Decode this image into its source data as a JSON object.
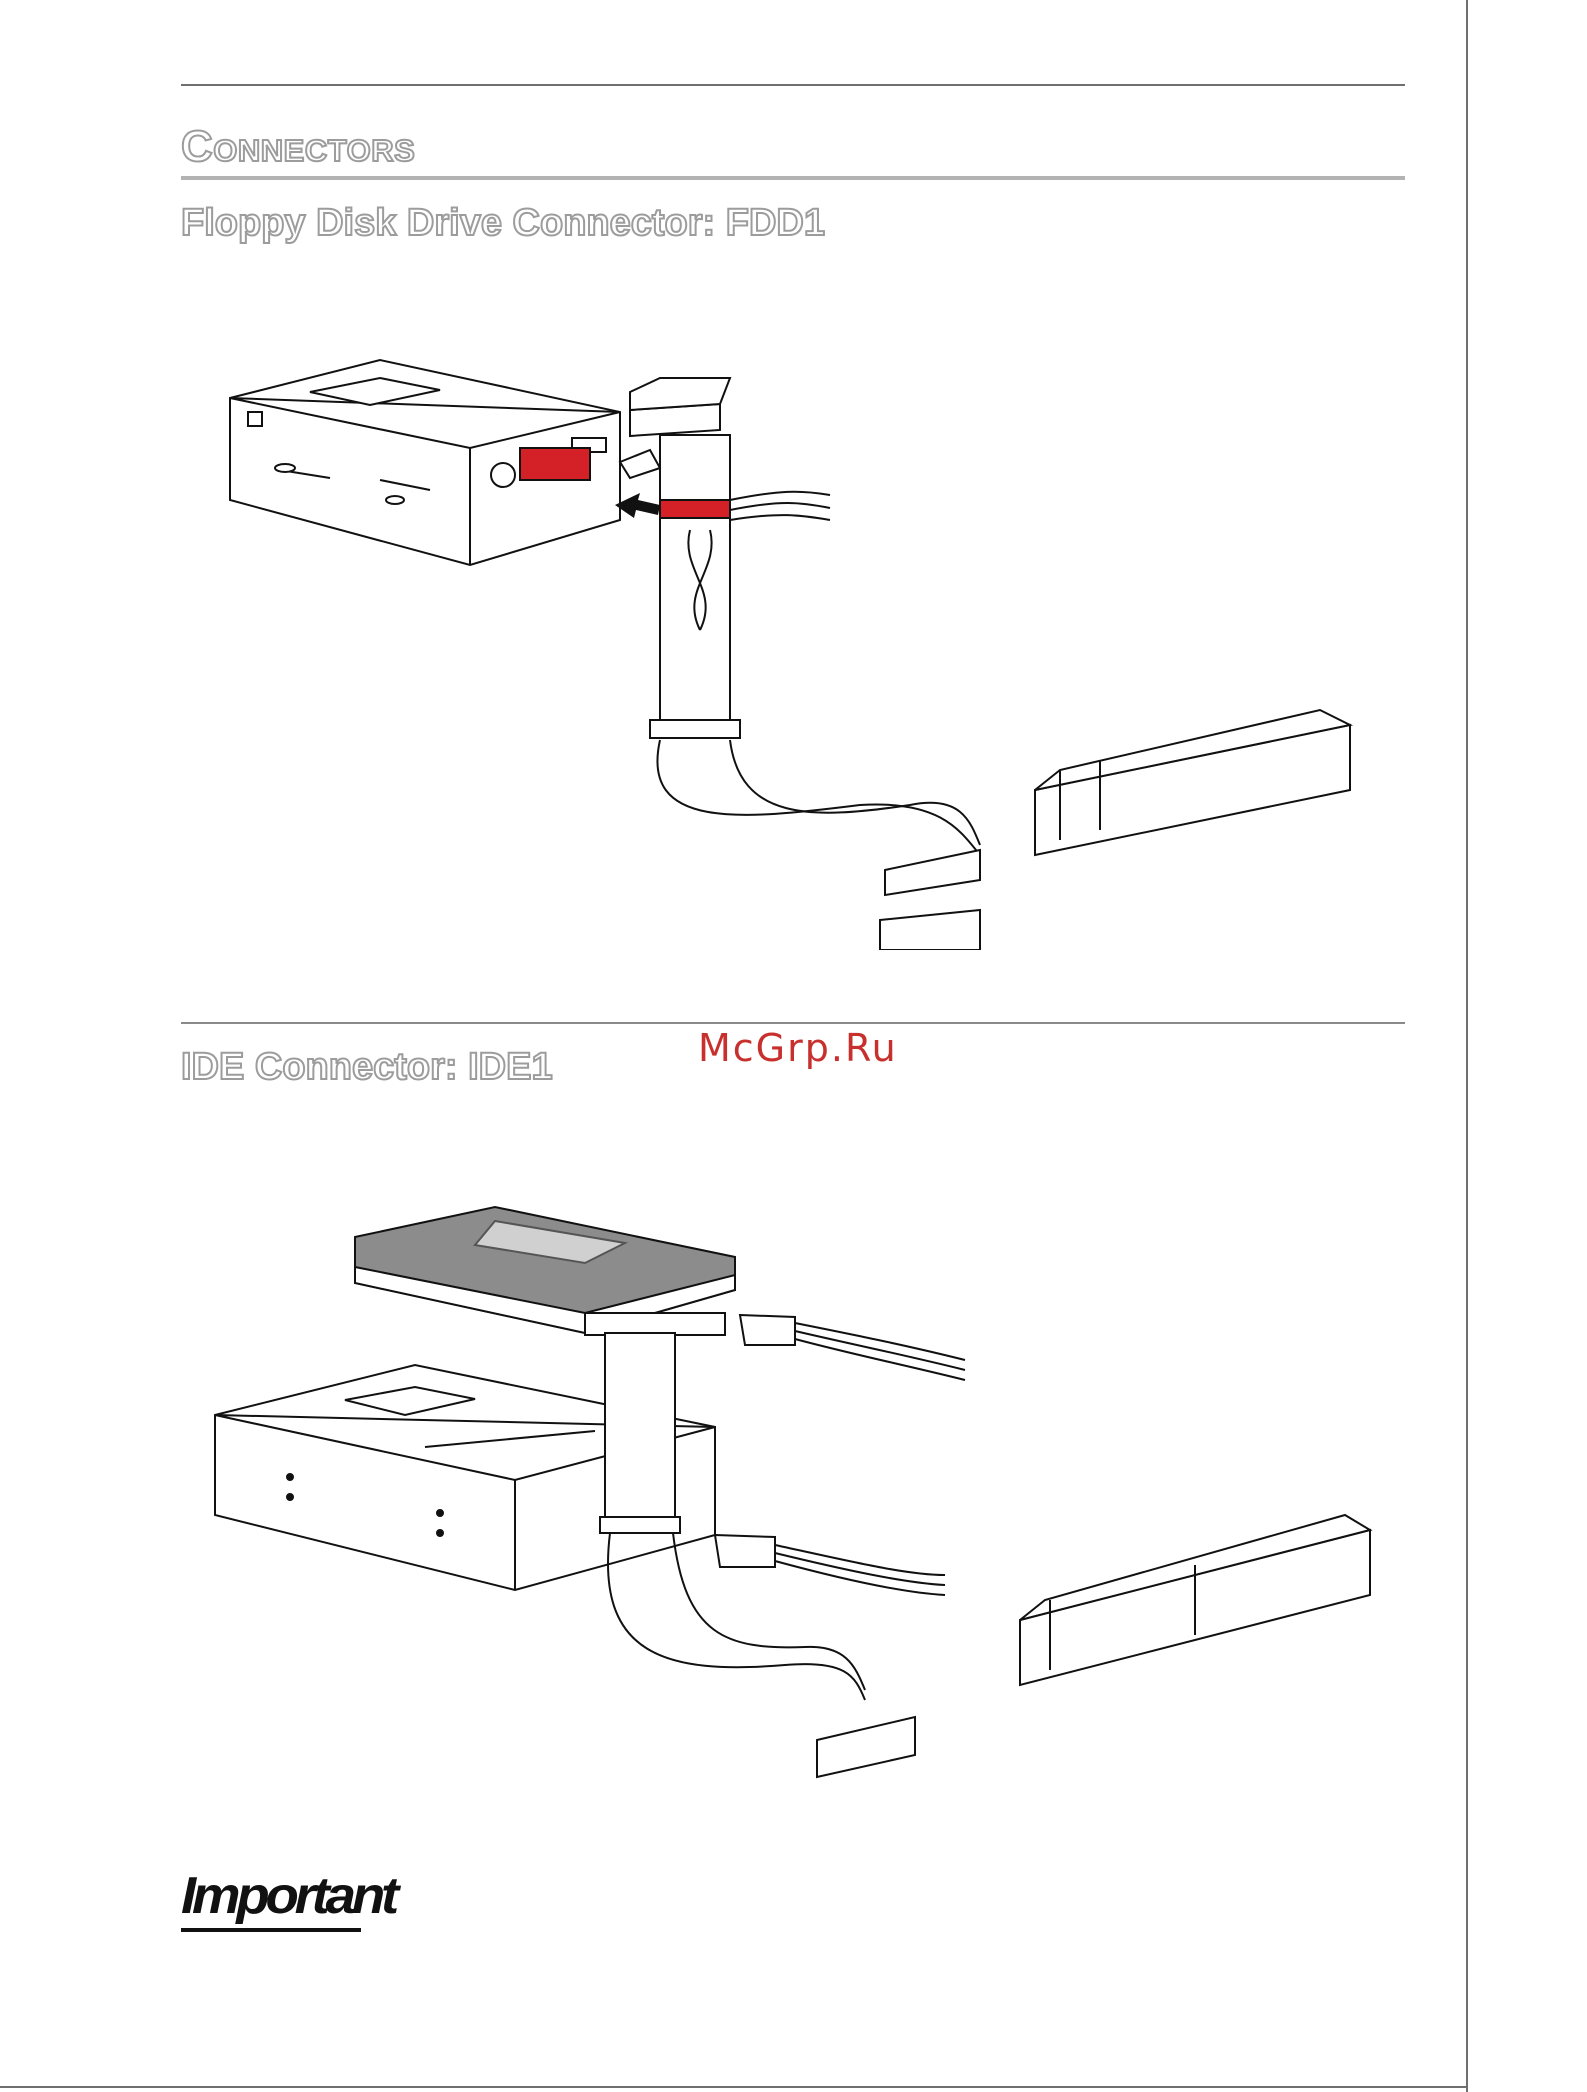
{
  "page": {
    "title_first_letter": "C",
    "title_rest": "ONNECTORS",
    "watermark": "McGrp.Ru"
  },
  "sections": {
    "fdd": {
      "title": "Floppy Disk Drive Connector: FDD1"
    },
    "ide": {
      "title": "IDE Connector: IDE1"
    }
  },
  "important": {
    "label": "Important"
  },
  "colors": {
    "accent_red": "#d42027",
    "rule_gray": "#9c9c9c",
    "watermark_red": "#c8302e"
  }
}
